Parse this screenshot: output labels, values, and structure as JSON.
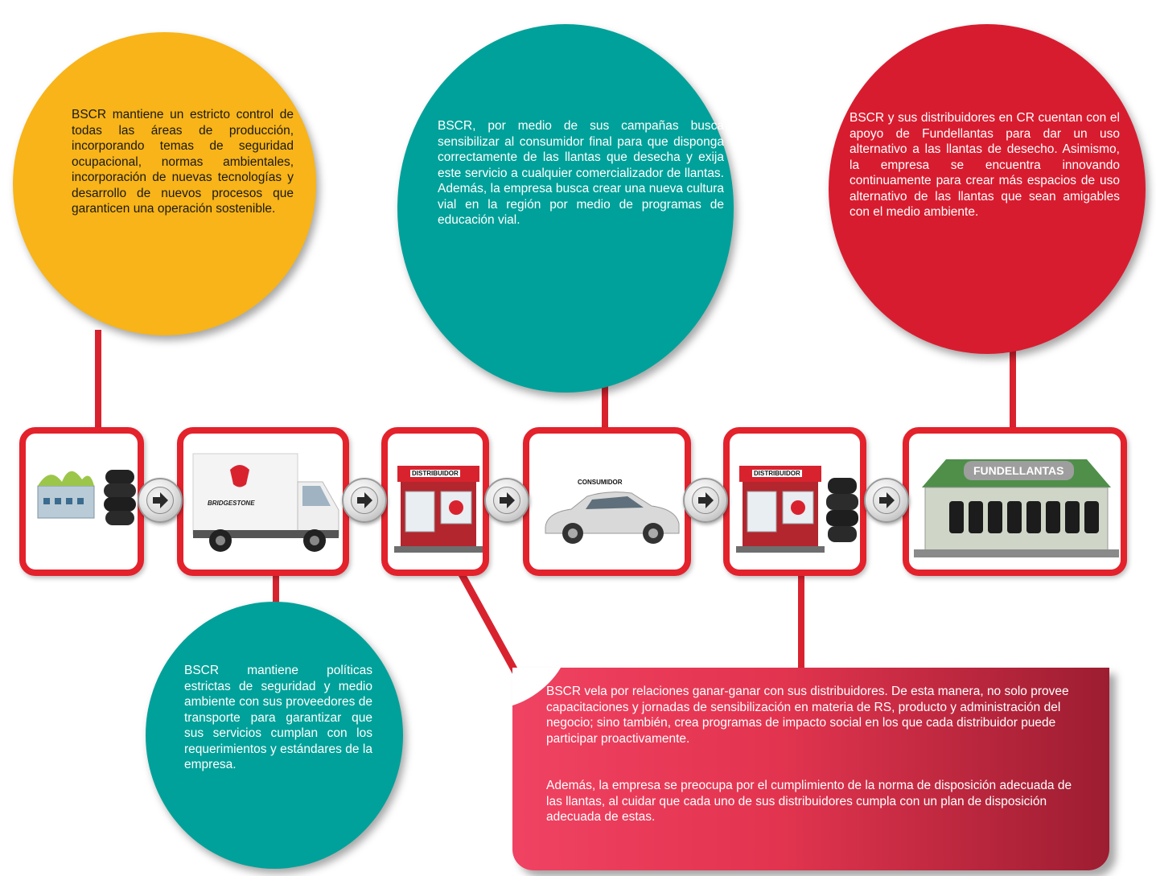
{
  "circles": {
    "production": "BSCR mantiene un estricto control de todas las áreas de producción, incorporando temas de seguridad ocupacional, normas ambientales, incorporación de nuevas tecnologías y desarrollo de nuevos procesos que garanticen una operación sostenible.",
    "transport": "BSCR mantiene políticas estrictas de seguridad y medio ambiente con sus proveedores de transporte para garantizar que sus servicios cumplan con los requerimientos y estándares de la empresa.",
    "consumer": "BSCR, por medio de sus campañas busca sensibilizar al consumidor final para que disponga correctamente de las llantas que desecha y exija este servicio a cualquier comercializador de llantas. Además, la empresa busca crear una nueva cultura vial en la región por medio de programas de educación vial.",
    "fundellantas": "BSCR y sus distribuidores en CR cuentan con el apoyo de Fundellantas para dar un uso alternativo a las llantas de desecho. Asimismo, la empresa se encuentra innovando continuamente para crear más espacios de uso alternativo de las llantas que sean amigables con el medio ambiente."
  },
  "distributor_box": {
    "paragraph1": "BSCR vela por relaciones ganar-ganar con sus distribuidores. De esta manera, no solo provee capacitaciones y jornadas de sensibilización en materia de RS, producto y administración del negocio; sino también, crea programas de impacto social en los que cada distribuidor puede participar proactivamente.",
    "paragraph2": "Además, la empresa se preocupa por el cumplimiento de la norma de disposición adecuada de las llantas, al cuidar que cada uno de sus distribuidores cumpla con un plan de disposición adecuada de estas."
  },
  "chain": {
    "truck_brand": "BRIDGESTONE",
    "distributor_sign": "DISTRIBUIDOR",
    "consumer_label": "CONSUMIDOR",
    "fundellantas_sign": "FUNDELLANTAS"
  },
  "colors": {
    "yellow": "#f8b418",
    "teal": "#00a19a",
    "red": "#d81c2f",
    "frame": "#e3222c",
    "pink": "#ee3d5e"
  },
  "icons": [
    "factory-icon",
    "tire-stack-icon",
    "truck-icon",
    "store-icon",
    "car-icon",
    "building-icon",
    "arrow-right-icon"
  ]
}
